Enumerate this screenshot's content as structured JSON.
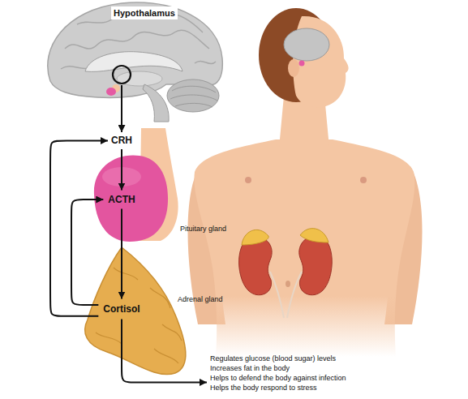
{
  "diagram": {
    "nodes": [
      {
        "text": [
          "Hypothalamus"
        ]
      },
      {
        "text": [
          "CRH"
        ]
      },
      {
        "text": [
          "ACTH",
          "Pituitary gland"
        ]
      },
      {
        "text": [
          "Cortisol",
          "Adrenal gland"
        ]
      },
      {
        "text": [
          "Regulates glucose (blood sugar) levels",
          "Increases fat in the body",
          "Helps to defend the body against infection",
          "Helps the body respond to stress"
        ]
      }
    ],
    "edges": [
      {
        "from": 0,
        "to": 1,
        "arrow": "to"
      },
      {
        "from": 1,
        "to": 2,
        "arrow": "to"
      },
      {
        "from": 2,
        "to": 3,
        "arrow": "to"
      },
      {
        "from": 3,
        "to": 1,
        "arrow": "to"
      },
      {
        "from": 3,
        "to": 2,
        "arrow": "to"
      },
      {
        "from": 3,
        "to": 4,
        "arrow": "to"
      }
    ]
  }
}
